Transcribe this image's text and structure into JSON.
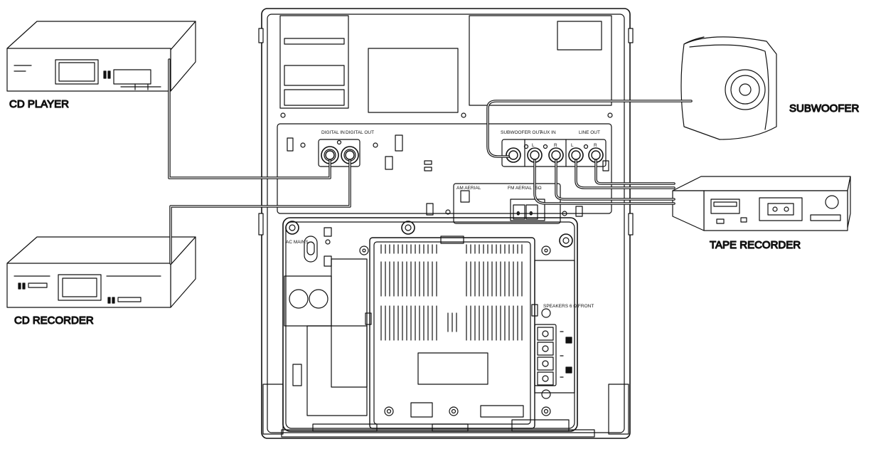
{
  "devices": {
    "cd_player": "CD PLAYER",
    "cd_recorder": "CD RECORDER",
    "subwoofer": "SUBWOOFER",
    "tape_recorder": "TAPE RECORDER"
  },
  "panel": {
    "digital_in": "DIGITAL IN",
    "digital_out": "DIGITAL OUT",
    "subwoofer_out": "SUBWOOFER OUT",
    "aux_in": "AUX IN",
    "line_out": "LINE OUT",
    "left": "L",
    "right": "R",
    "am_aerial": "AM AERIAL",
    "fm_aerial": "FM AERIAL 75Ω",
    "ac_mains": "AC MAINS ~",
    "speakers": "SPEAKERS 6 Ω FRONT"
  }
}
